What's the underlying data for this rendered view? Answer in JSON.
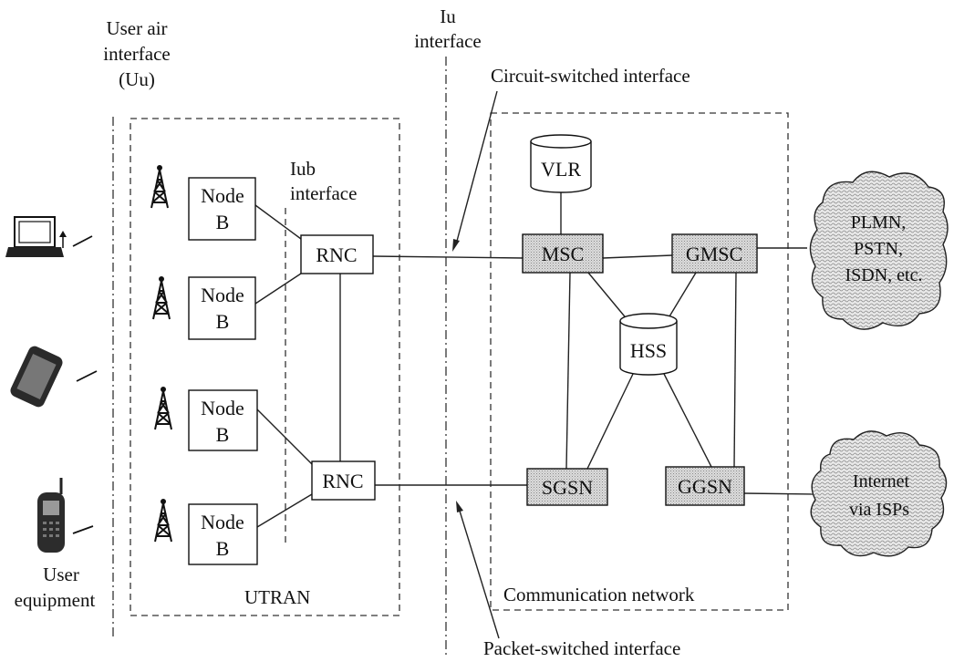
{
  "labels": {
    "user_air_interface": [
      "User air",
      "interface",
      "(Uu)"
    ],
    "iu_interface": [
      "Iu",
      "interface"
    ],
    "iub_interface": [
      "Iub",
      "interface"
    ],
    "circuit_switched": "Circuit-switched interface",
    "packet_switched": "Packet-switched interface",
    "user_equipment": [
      "User",
      "equipment"
    ],
    "utran": "UTRAN",
    "communication_network": "Communication network"
  },
  "nodes": {
    "node_b": [
      "Node",
      "B"
    ],
    "rnc": "RNC",
    "vlr": "VLR",
    "msc": "MSC",
    "gmsc": "GMSC",
    "hss": "HSS",
    "sgsn": "SGSN",
    "ggsn": "GGSN"
  },
  "clouds": {
    "pstn": [
      "PLMN,",
      "PSTN,",
      "ISDN, etc."
    ],
    "internet": [
      "Internet",
      "via ISPs"
    ]
  }
}
